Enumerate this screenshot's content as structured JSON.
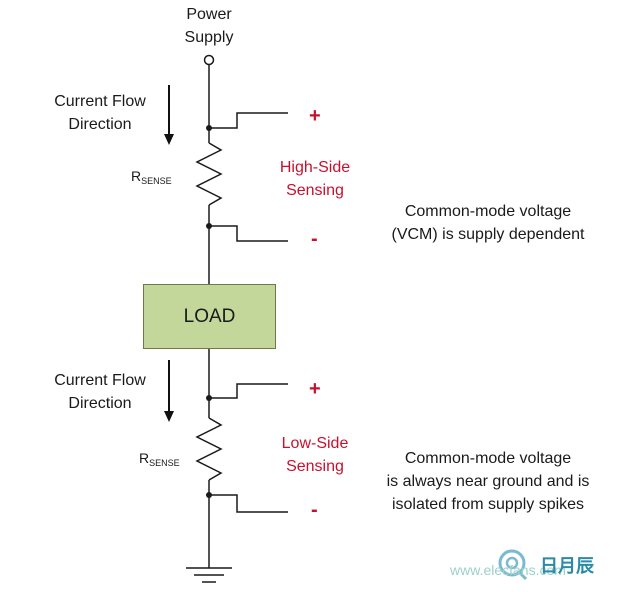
{
  "power_supply": [
    "Power",
    "Supply"
  ],
  "high_side": {
    "flow": [
      "Current Flow",
      "Direction"
    ],
    "rsense": {
      "main": "R",
      "sub": "SENSE"
    },
    "sensing": [
      "High-Side",
      "Sensing"
    ],
    "plus": "+",
    "minus": "-",
    "note": [
      "Common-mode voltage",
      "(VCM) is supply dependent"
    ]
  },
  "load_label": "LOAD",
  "low_side": {
    "flow": [
      "Current Flow",
      "Direction"
    ],
    "rsense": {
      "main": "R",
      "sub": "SENSE"
    },
    "sensing": [
      "Low-Side",
      "Sensing"
    ],
    "plus": "+",
    "minus": "-",
    "note": [
      "Common-mode voltage",
      "is always near ground and is",
      "isolated from supply spikes"
    ]
  },
  "watermark": {
    "text": "www.elecfans.com",
    "cn": "日月辰"
  },
  "colors": {
    "accent_red": "#c8102e",
    "load_fill": "#c4d79b",
    "wire": "#1a1a1a"
  }
}
